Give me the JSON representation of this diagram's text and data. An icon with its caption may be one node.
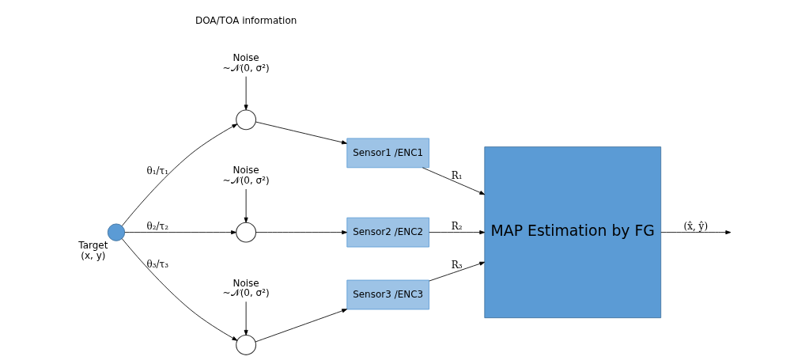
{
  "diagram": {
    "nodes": [
      {
        "text": [],
        "shape": "circle",
        "beside": [
          "Target",
          "(x, y)"
        ]
      },
      {
        "text": [
          "Noise",
          "~𝒩(0, σ²)"
        ]
      },
      {
        "text": [],
        "shape": "circle"
      },
      {
        "text": [
          "Sensor1 /ENC1"
        ]
      },
      {
        "text": [
          "Noise",
          "~𝒩(0, σ²)"
        ]
      },
      {
        "text": [],
        "shape": "circle"
      },
      {
        "text": [
          "Sensor2 /ENC2"
        ]
      },
      {
        "text": [
          "Noise",
          "~𝒩(0, σ²)"
        ]
      },
      {
        "text": [],
        "shape": "circle"
      },
      {
        "text": [
          "Sensor3 /ENC3"
        ]
      },
      {
        "text": [
          "MAP Estimation by FG"
        ]
      }
    ],
    "edges": [
      {
        "from": 0,
        "to": 2,
        "arrow": "to",
        "label": "θ₁/τ₁"
      },
      {
        "from": 0,
        "to": 5,
        "arrow": "to",
        "label": "θ₂/τ₂"
      },
      {
        "from": 0,
        "to": 8,
        "arrow": "to",
        "label": "θ₃/τ₃"
      },
      {
        "from": 1,
        "to": 2,
        "arrow": "to"
      },
      {
        "from": 4,
        "to": 5,
        "arrow": "to"
      },
      {
        "from": 7,
        "to": 8,
        "arrow": "to"
      },
      {
        "from": 2,
        "to": 3,
        "arrow": "to"
      },
      {
        "from": 5,
        "to": 6,
        "arrow": "to"
      },
      {
        "from": 8,
        "to": 9,
        "arrow": "to"
      },
      {
        "from": 3,
        "to": 10,
        "arrow": "to",
        "label": "R₁"
      },
      {
        "from": 6,
        "to": 10,
        "arrow": "to",
        "label": "R₂"
      },
      {
        "from": 9,
        "to": 10,
        "arrow": "to",
        "label": "R₃"
      },
      {
        "from": 10,
        "to": null,
        "arrow": "to",
        "label": "(x̂, ŷ)"
      }
    ],
    "labels": [
      "DOA/TOA information"
    ]
  }
}
